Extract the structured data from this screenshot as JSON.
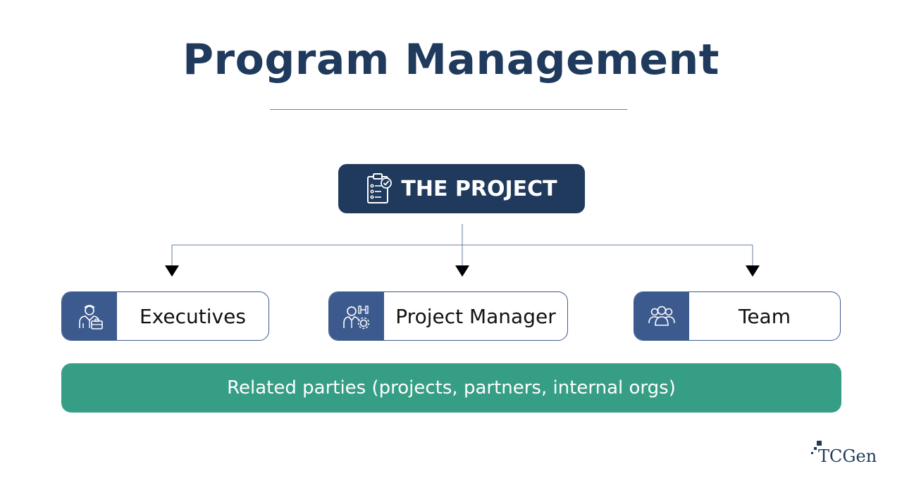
{
  "title": "Program Management",
  "project": {
    "label": "THE PROJECT",
    "icon": "clipboard-checklist-icon"
  },
  "roles": [
    {
      "label": "Executives",
      "icon": "businessman-briefcase-icon"
    },
    {
      "label": "Project Manager",
      "icon": "manager-gear-icon"
    },
    {
      "label": "Team",
      "icon": "team-group-icon"
    }
  ],
  "related": {
    "label": "Related parties (projects, partners, internal orgs)"
  },
  "logo": {
    "text": "TCGen"
  },
  "colors": {
    "navy": "#1f3a5c",
    "role_blue": "#3d5a8f",
    "green": "#379e86"
  }
}
